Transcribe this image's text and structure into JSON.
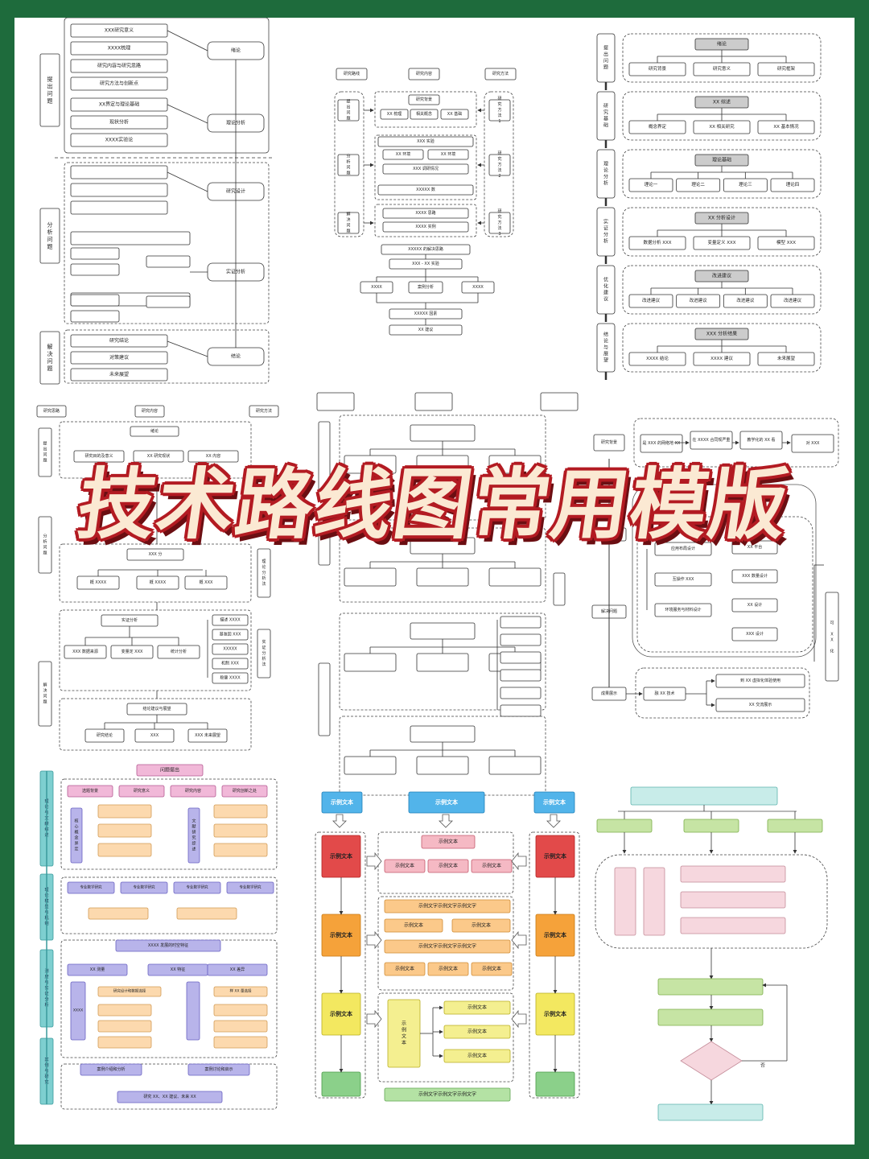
{
  "title": "技术路线图常用模版",
  "t1": {
    "stages": [
      "提出问题",
      "分析问题",
      "解决问题"
    ],
    "top_items": [
      "XXX研究意义",
      "XXXX梳理",
      "研究内容与研究思路",
      "研究方法与创新点"
    ],
    "mid_items": [
      "XX界定与理论基础",
      "现状分析",
      "XXXX实验论"
    ],
    "low_items": [
      "研究结论",
      "对策建议",
      "未来展望"
    ],
    "nodes": [
      "绪论",
      "理论分析",
      "研究设计",
      "实证分析",
      "结论"
    ]
  },
  "t2": {
    "headers": [
      "研究路线",
      "研究内容",
      "研究方法"
    ],
    "left": [
      "提出问题",
      "分析问题",
      "解决问题"
    ],
    "right": [
      "研究方法1",
      "研究方法2",
      "研究方法3"
    ],
    "c1": [
      "研究背景",
      "XX 梳理",
      "相关概念",
      "XX 基础"
    ],
    "c2": [
      "XXX 实验",
      "XX 环境",
      "XX 环境",
      "XXX 调研情况",
      "XXXXX 数"
    ],
    "c3": [
      "XXXX 思路",
      "XXXX 实例"
    ],
    "flow": [
      "XXXXX 的解决思路",
      "XXX - XX 实验",
      "XXXX",
      "案例分析",
      "XXXX",
      "XXXXX 因素",
      "XX 建议"
    ]
  },
  "t3": {
    "stages": [
      "提出问题",
      "研究基础",
      "理论分析",
      "实证分析",
      "优化建议",
      "结论与展望"
    ],
    "heads": [
      "绪论",
      "XX 综述",
      "理论基础",
      "XX 分析设计",
      "改进建议",
      "XXX 分析结果"
    ],
    "rows": [
      [
        "研究背景",
        "研究意义",
        "研究框架"
      ],
      [
        "概念界定",
        "XX 相关研究",
        "XX 基本情况"
      ],
      [
        "理论一",
        "理论二",
        "理论三",
        "理论四"
      ],
      [
        "数据分析 XXX",
        "变量定义 XXX",
        "模型 XXX"
      ],
      [
        "改进建议",
        "改进建议",
        "改进建议",
        "改进建议"
      ],
      [
        "XXXX 结论",
        "XXXX 建议",
        "未来展望"
      ]
    ]
  },
  "t4": {
    "headers": [
      "研究思路",
      "研究内容",
      "研究方法"
    ],
    "stages": [
      "提出问题",
      "分析问题",
      "解决问题"
    ],
    "top": [
      "绪论",
      "研究目的及意义",
      "XX 研究现状",
      "XX 内容"
    ],
    "mid_head": "XXX 分",
    "mid": [
      "概 XXXX",
      "概 XXXX",
      "概 XXX"
    ],
    "method_a": "理论分析法",
    "emp_head": "实证分析",
    "emp": [
      "XXX 数据来源",
      "变量定 XXX",
      "统计分析"
    ],
    "emp_side": [
      "描述 XXXX",
      "基准回 XXX",
      "XXXXX",
      "机制 XXX",
      "稳健 XXXX"
    ],
    "method_b": "实证分析法",
    "end_head": "结论建议与展望",
    "end": [
      "研究结论",
      "XXX",
      "XXX 未来展望"
    ]
  },
  "t6": {
    "top": [
      "研究背景",
      "是 XXX 的网络地 XX",
      "在 XXXX 合同规严重",
      "教学化的 XX 看",
      "对 XXX"
    ],
    "left": [
      "平台开发",
      "解决问题",
      "成果展示"
    ],
    "inner_left": [
      "应用布局设计",
      "互操作 XXX",
      "环境服务与材料设计"
    ],
    "inner_right": [
      "XX 平台",
      "XXX 数量设计",
      "XX 设计",
      "XXX 设计"
    ],
    "bottom_mid": "融 XX 技术",
    "bottom_right": [
      "到 XX 虚拟化体验使用",
      "XX 交流展示"
    ],
    "side": "可 XX 化"
  },
  "t7": {
    "head": "问题提出",
    "side": [
      "理论与文献综述",
      "理论模型与机制",
      "测度与实证分析",
      "案例与研究"
    ],
    "row1": [
      "选题背景",
      "研究意义",
      "研究内容",
      "研究创新之处"
    ],
    "purple_l": "核心概念界定",
    "purple_r": "文献研究综述",
    "row2": [
      "专业数学研究",
      "专业数学研究",
      "专业数学研究",
      "专业数学研究"
    ],
    "bar1": "XXXX 发展的时空特征",
    "row3": [
      "XX 测量",
      "XX 特征",
      "XX 差异"
    ],
    "mid_l": "XXXX",
    "mid_a": "研究设计和数据选择",
    "mid_b": "样 XX 量选择",
    "row4": [
      "案例介绍和分析",
      "案例讨论和启示"
    ],
    "final": "研究 XX、XX 建议、未来 XX"
  },
  "t8": {
    "label": "示例文本",
    "pink": "示例文本",
    "wide": "示例文字示例文字示例文字",
    "small": "示例文本",
    "vertical": "示例文本"
  },
  "t9": {
    "no": "否"
  },
  "colors": {
    "frame": "#1e6b3c",
    "title_fill": "#fbe9d3",
    "title_stroke": "#b31b22"
  }
}
